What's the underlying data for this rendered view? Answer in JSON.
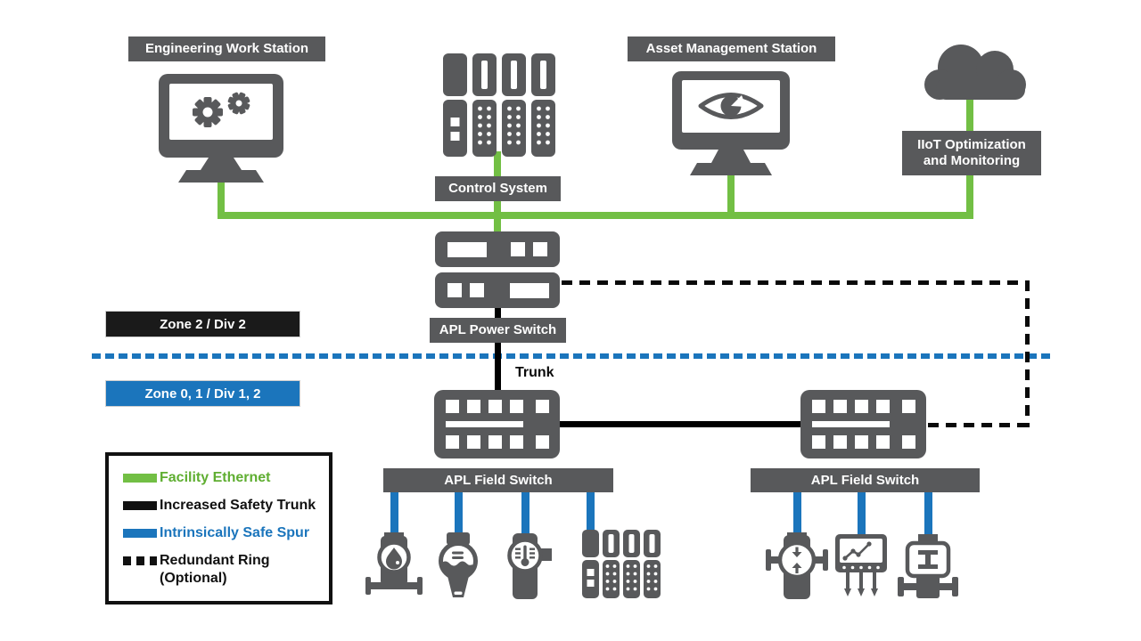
{
  "labels": {
    "engineering_work_station": "Engineering Work Station",
    "control_system": "Control System",
    "asset_management_station": "Asset Management Station",
    "iiot_optimization": "IIoT Optimization and Monitoring",
    "apl_power_switch": "APL Power Switch",
    "apl_field_switch_left": "APL Field Switch",
    "apl_field_switch_right": "APL Field Switch"
  },
  "zones": {
    "upper": "Zone 2 / Div 2",
    "lower": "Zone 0, 1 / Div 1, 2"
  },
  "trunk_label": "Trunk",
  "legend": {
    "items": [
      {
        "label": "Facility Ethernet",
        "color": "#72BF44",
        "line_style": "solid"
      },
      {
        "label": "Increased Safety Trunk",
        "color": "#000000",
        "line_style": "solid"
      },
      {
        "label": "Intrinsically Safe Spur",
        "color": "#1B75BC",
        "line_style": "solid"
      },
      {
        "label": "Redundant Ring (Optional)",
        "color": "#000000",
        "line_style": "dashed"
      }
    ]
  },
  "colors": {
    "device_gray": "#58595B",
    "facility_ethernet_green": "#72BF44",
    "intrinsically_safe_blue": "#1B75BC",
    "trunk_black": "#000000",
    "zone2_box": "#1A1A1A",
    "zone01_box": "#1B75BC"
  },
  "icons": {
    "engineering_work_station": "monitor-gears-icon",
    "control_system": "plc-rack-icon",
    "asset_management_station": "monitor-eye-icon",
    "iiot": "cloud-icon",
    "apl_power_switch": "rack-switch-icon",
    "apl_field_switch": "field-switch-icon",
    "field_devices_left": [
      "flow-transmitter-icon",
      "level-transmitter-icon",
      "temperature-transmitter-icon",
      "remote-io-icon"
    ],
    "field_devices_right": [
      "pressure-transmitter-icon",
      "multivariable-transmitter-icon",
      "control-valve-icon"
    ]
  }
}
